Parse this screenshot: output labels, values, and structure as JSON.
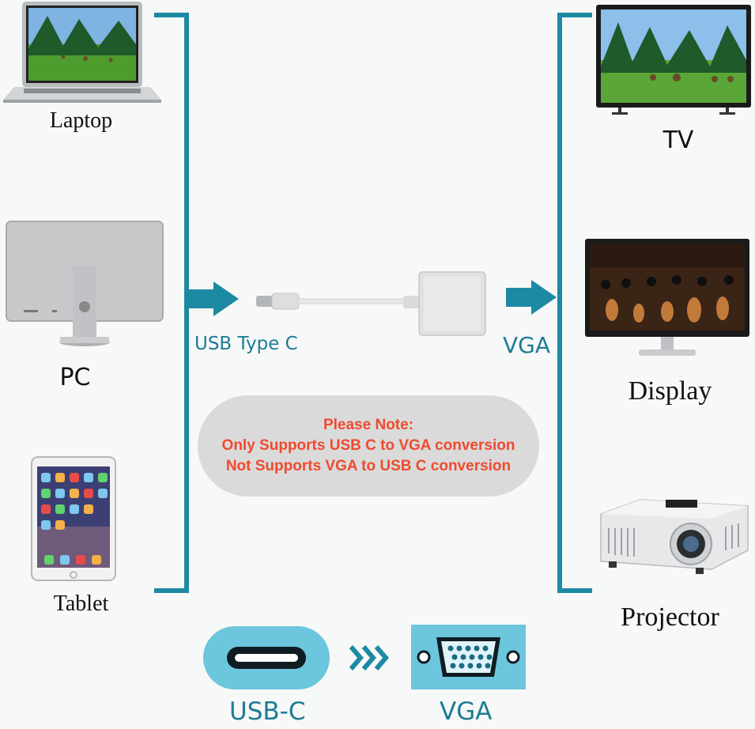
{
  "sources": {
    "laptop_label": "Laptop",
    "pc_label": "PC",
    "tablet_label": "Tablet"
  },
  "adapter": {
    "input_label": "USB Type C",
    "output_label": "VGA"
  },
  "outputs": {
    "tv_label": "TV",
    "display_label": "Display",
    "projector_label": "Projector"
  },
  "note": {
    "line1": "Please Note:",
    "line2": "Only Supports USB C to VGA conversion",
    "line3": "Not Supports VGA to USB C conversion"
  },
  "ports": {
    "usbc_label": "USB-C",
    "vga_label": "VGA"
  },
  "colors": {
    "accent": "#1d8aa3",
    "note_text": "#f04a2e",
    "note_bg": "#dadada",
    "port_fill": "#6cc6dd"
  }
}
